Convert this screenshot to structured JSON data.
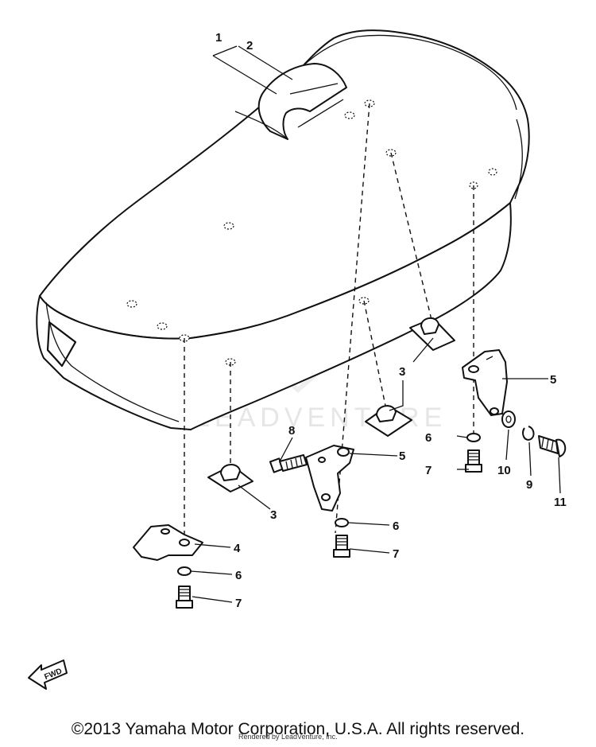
{
  "diagram": {
    "callouts": [
      {
        "id": "c1",
        "text": "1"
      },
      {
        "id": "c2",
        "text": "2"
      },
      {
        "id": "c3a",
        "text": "3"
      },
      {
        "id": "c3b",
        "text": "3"
      },
      {
        "id": "c3c",
        "text": "3"
      },
      {
        "id": "c4",
        "text": "4"
      },
      {
        "id": "c5a",
        "text": "5"
      },
      {
        "id": "c5b",
        "text": "5"
      },
      {
        "id": "c6a",
        "text": "6"
      },
      {
        "id": "c6b",
        "text": "6"
      },
      {
        "id": "c6c",
        "text": "6"
      },
      {
        "id": "c7a",
        "text": "7"
      },
      {
        "id": "c7b",
        "text": "7"
      },
      {
        "id": "c7c",
        "text": "7"
      },
      {
        "id": "c8",
        "text": "8"
      },
      {
        "id": "c9",
        "text": "9"
      },
      {
        "id": "c10",
        "text": "10"
      },
      {
        "id": "c11",
        "text": "11"
      }
    ],
    "fwd_label": "FWD",
    "watermark": "LEADVENTURE"
  },
  "footer": {
    "copyright": "©2013 Yamaha Motor Corporation, U.S.A. All rights reserved.",
    "rendered_by": "Rendered by LeadVenture, Inc."
  }
}
